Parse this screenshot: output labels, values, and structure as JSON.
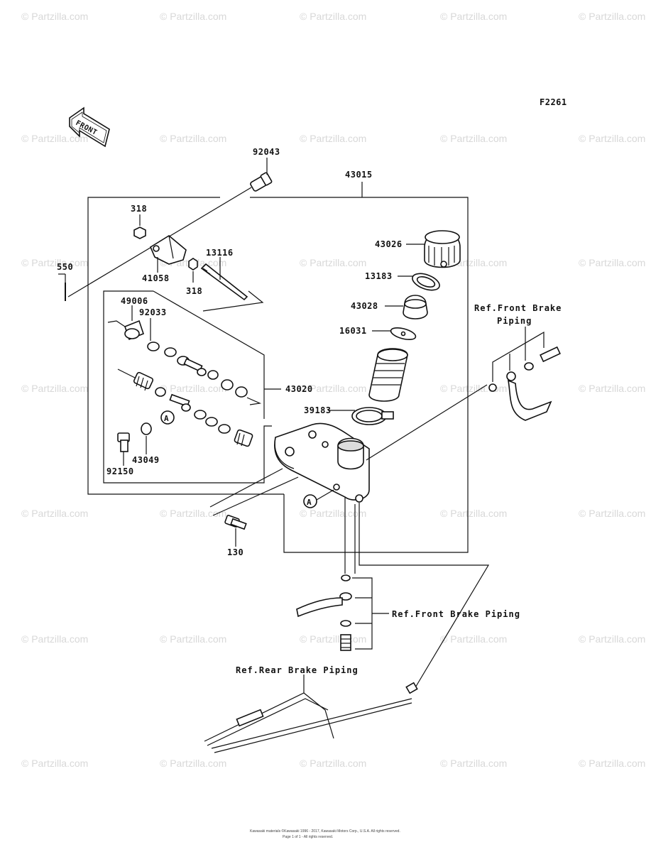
{
  "diagram": {
    "code": "F2261",
    "front_label": "FRONT",
    "watermark": "© Partzilla.com",
    "footer_line1": "Kawasaki materials ©Kawasaki 1996 - 2017, Kawasaki Motors Corp., U.S.A. All rights reserved.",
    "footer_line2": "Page 1 of 1 - All rights reserved.",
    "parts": {
      "p92043": "92043",
      "p43015": "43015",
      "p318a": "318",
      "p318b": "318",
      "p550": "550",
      "p41058": "41058",
      "p13116": "13116",
      "p43026": "43026",
      "p13183": "13183",
      "p43028": "43028",
      "p16031": "16031",
      "p49006": "49006",
      "p92033": "92033",
      "p43020": "43020",
      "p39183": "39183",
      "p43049": "43049",
      "p92150": "92150",
      "p130": "130",
      "markerA1": "A",
      "markerA2": "A"
    },
    "refs": {
      "front_brake_1_line1": "Ref.Front Brake",
      "front_brake_1_line2": "Piping",
      "front_brake_2": "Ref.Front Brake Piping",
      "rear_brake": "Ref.Rear Brake Piping"
    }
  }
}
